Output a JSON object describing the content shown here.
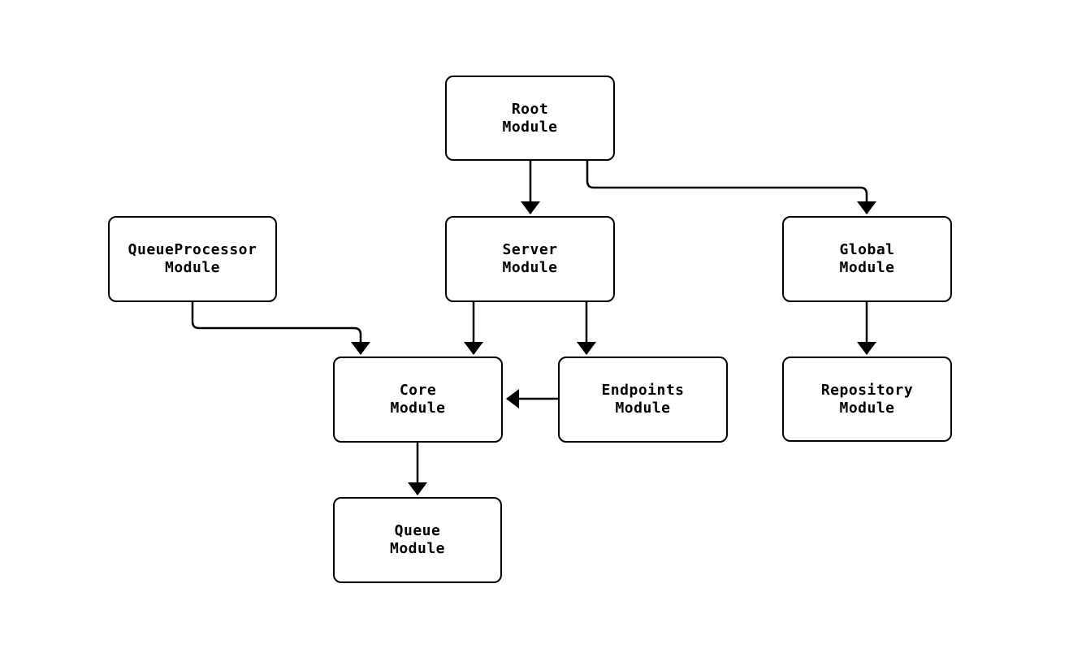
{
  "diagram": {
    "type": "flowchart",
    "direction": "top-down",
    "background": "#ffffff",
    "nodes": [
      {
        "id": "root",
        "label": "Root\nModule"
      },
      {
        "id": "queueprocessor",
        "label": "QueueProcessor\nModule"
      },
      {
        "id": "server",
        "label": "Server\nModule"
      },
      {
        "id": "global",
        "label": "Global\nModule"
      },
      {
        "id": "core",
        "label": "Core\nModule"
      },
      {
        "id": "endpoints",
        "label": "Endpoints\nModule"
      },
      {
        "id": "repository",
        "label": "Repository\nModule"
      },
      {
        "id": "queue",
        "label": "Queue\nModule"
      }
    ],
    "edges": [
      {
        "from": "root",
        "to": "server"
      },
      {
        "from": "root",
        "to": "global"
      },
      {
        "from": "queueprocessor",
        "to": "core"
      },
      {
        "from": "server",
        "to": "core"
      },
      {
        "from": "server",
        "to": "endpoints"
      },
      {
        "from": "endpoints",
        "to": "core"
      },
      {
        "from": "global",
        "to": "repository"
      },
      {
        "from": "core",
        "to": "queue"
      }
    ],
    "colors": {
      "node_border": "#000000",
      "node_fill": "#ffffff",
      "edge": "#000000",
      "text": "#000000"
    }
  }
}
